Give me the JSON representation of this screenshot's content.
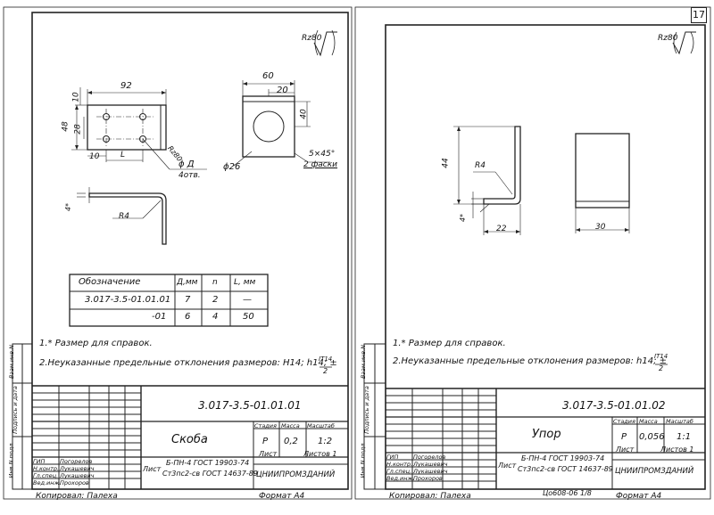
{
  "page_number": "17",
  "left": {
    "roughness": "Rz80",
    "dims": {
      "w92": "92",
      "h10": "10",
      "h48": "48",
      "h28": "28",
      "d10b": "10",
      "L": "L",
      "d60": "60",
      "d20": "20",
      "d40": "40",
      "chamfer": "5×45°",
      "chamfer2": "2 фаски",
      "phi26": "ϕ26",
      "rz80": "Rz80",
      "phiD": "ϕ Д",
      "holes": "4отв.",
      "t4": "4*",
      "R4": "R4"
    },
    "table": {
      "headers": [
        "Обозначение",
        "Д,мм",
        "n",
        "L, мм"
      ],
      "rows": [
        [
          "3.017-3.5-01.01.01",
          "7",
          "2",
          "—"
        ],
        [
          "-01",
          "6",
          "4",
          "50"
        ]
      ]
    },
    "notes": [
      "1.* Размер для справок.",
      "2.Неуказанные предельные отклонения размеров: Н14; h14; ±"
    ],
    "note_frac_num": "IT14",
    "note_frac_den": "2",
    "tb": {
      "code": "3.017-3.5-01.01.01",
      "name": "Скоба",
      "h_stage": "Стадия",
      "h_mass": "Масса",
      "h_scale": "Масштаб",
      "stage": "Р",
      "mass": "0,2",
      "scale": "1:2",
      "sheet": "Лист",
      "sheets": "Листов 1",
      "material_line1": "Б-ПН-4 ГОСТ 19903-74",
      "material_line2": "Ст3пс2-св ГОСТ 14637-89",
      "material_prefix": "Лист",
      "org": "ЦНИИПРОМЗДАНИЙ",
      "roles": [
        "ГИП",
        "Н.контр.",
        "Гл.спец.",
        "Вед.инж."
      ],
      "names": [
        "Погорелов",
        "Лукашевич",
        "Лукашевич",
        "Прохоров"
      ],
      "side_labels": [
        "Инв.N подл.",
        "Подпись и дата",
        "Взам.инв.N"
      ]
    },
    "copied": "Копировал: Палеха",
    "format": "Формат А4"
  },
  "right": {
    "roughness": "Rz80",
    "dims": {
      "h44": "44",
      "R4": "R4",
      "t4": "4*",
      "w22": "22",
      "w30": "30"
    },
    "notes": [
      "1.* Размер для справок.",
      "2.Неуказанные предельные отклонения размеров: h14; ±"
    ],
    "note_frac_num": "IT14",
    "note_frac_den": "2",
    "tb": {
      "code": "3.017-3.5-01.01.02",
      "name": "Упор",
      "h_stage": "Стадия",
      "h_mass": "Масса",
      "h_scale": "Масштаб",
      "stage": "Р",
      "mass": "0,056",
      "scale": "1:1",
      "sheet": "Лист",
      "sheets": "Листов 1",
      "material_line1": "Б-ПН-4 ГОСТ 19903-74",
      "material_line2": "Ст3пс2-св ГОСТ 14637-89",
      "material_prefix": "Лист",
      "org": "ЦНИИПРОМЗДАНИЙ",
      "roles": [
        "ГИП",
        "Н.контр.",
        "Гл.спец.",
        "Вед.инж."
      ],
      "names": [
        "Погорелов",
        "Лукашевич",
        "Лукашевич",
        "Прохоров"
      ],
      "side_labels": [
        "Инв.N подл.",
        "Подпись и дата",
        "Взам.инв.N"
      ]
    },
    "copied": "Копировал: Палеха",
    "format": "Формат А4",
    "stamp": "Цо608-06  1/8"
  }
}
